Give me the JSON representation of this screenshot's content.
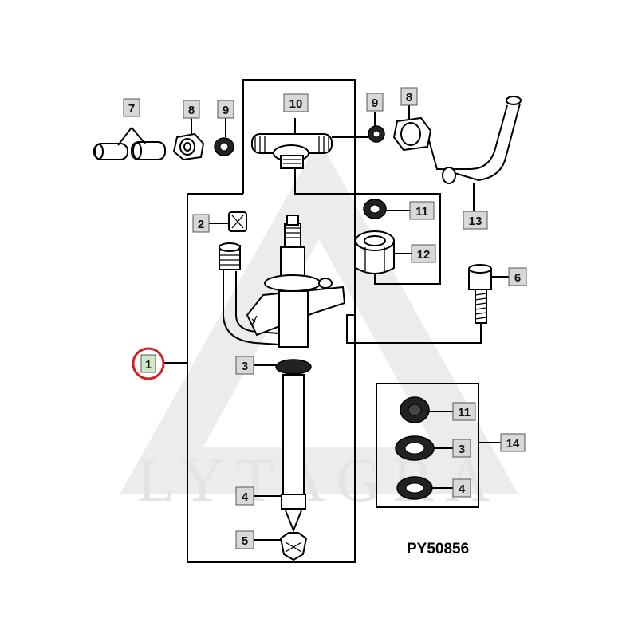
{
  "watermark": {
    "text": "LYTAGRA"
  },
  "reference": {
    "code": "PY50856"
  },
  "colors": {
    "highlight_ring": "#d42020",
    "callout_fill": "#d8d8d8",
    "callout_highlight_fill": "#cfe8c8",
    "watermark": "#e4e4e4"
  },
  "callouts": {
    "c1": "1",
    "c2": "2",
    "c3a": "3",
    "c3b": "3",
    "c4a": "4",
    "c4b": "4",
    "c5": "5",
    "c6": "6",
    "c7": "7",
    "c8a": "8",
    "c8b": "8",
    "c9a": "9",
    "c9b": "9",
    "c10": "10",
    "c11a": "11",
    "c11b": "11",
    "c12": "12",
    "c13": "13",
    "c14": "14"
  },
  "highlighted_part": "1"
}
